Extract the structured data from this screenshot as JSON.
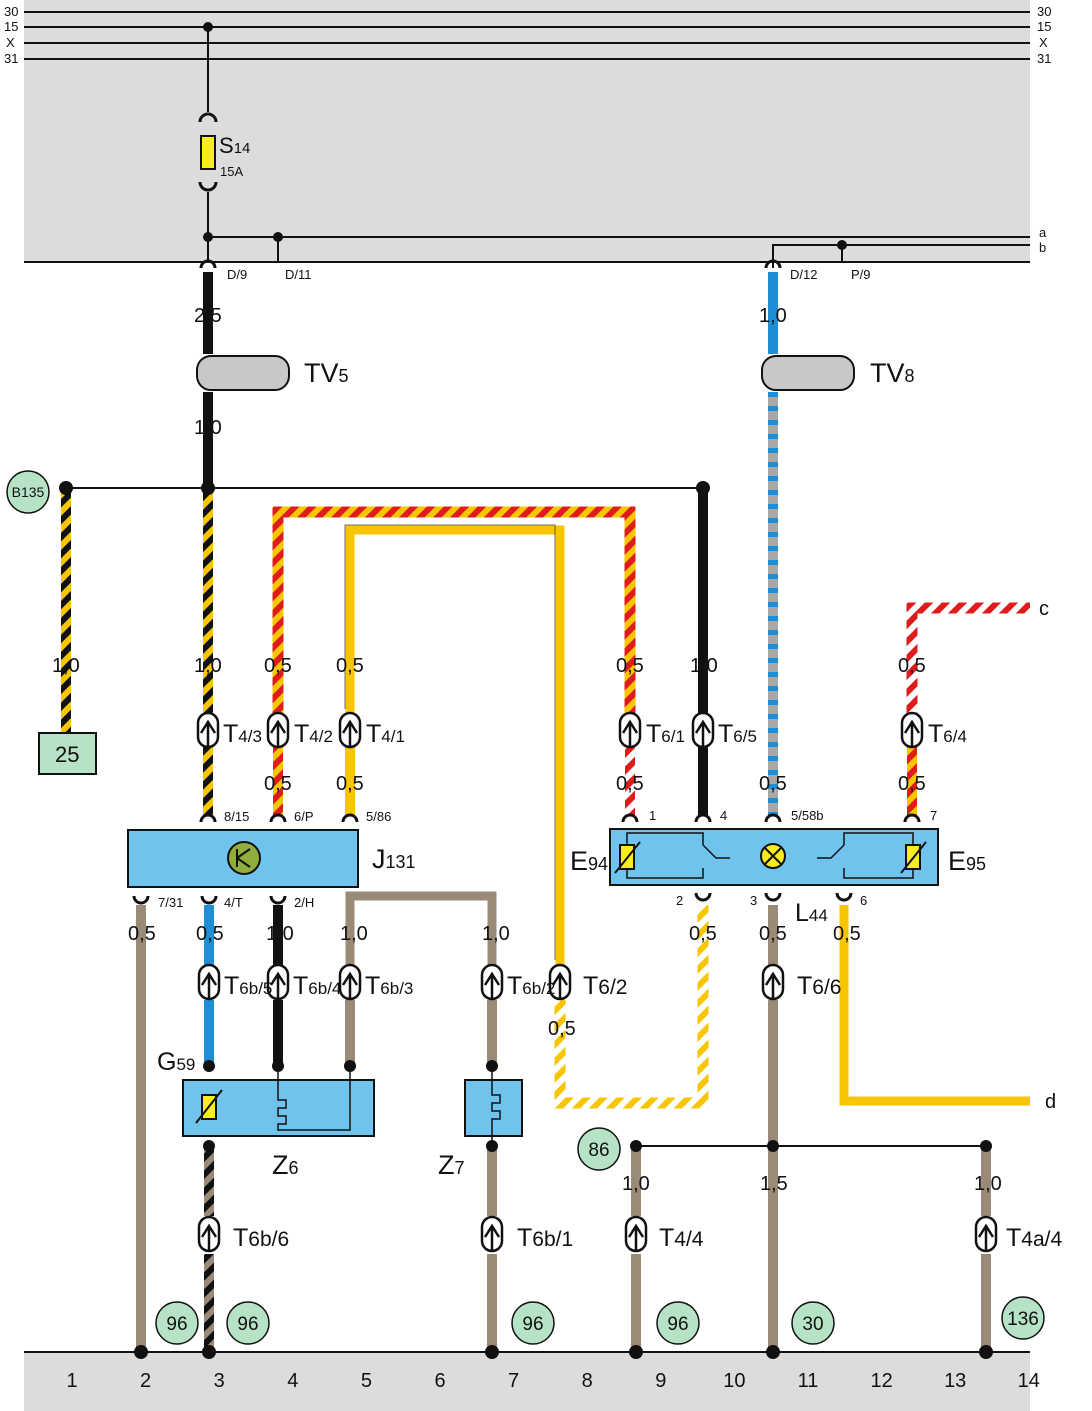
{
  "rails": {
    "left": [
      "30",
      "15",
      "X",
      "31"
    ],
    "right": [
      "30",
      "15",
      "X",
      "31"
    ],
    "a_label": "a",
    "b_label": "b"
  },
  "fuse": {
    "name": "S",
    "sub": "14",
    "rating": "15A"
  },
  "relay_panel_pins": {
    "d9": "D/9",
    "d11": "D/11",
    "d12": "D/12",
    "p9": "P/9"
  },
  "wire_sizes": {
    "w_2_5": "2,5",
    "w_1_0_tv5": "1,0",
    "w_1_0_tv8": "1,0",
    "b135_w": "1,0",
    "j_in1": "1,0",
    "j_in2": "0,5",
    "j_in3": "0,5",
    "j_in2b": "0,5",
    "j_in3b": "0,5",
    "t61_w": "0,5",
    "t65_w": "1,0",
    "t64_w": "0,5",
    "t61_wb": "0,5",
    "t6g_wb": "0,5",
    "t64_wb": "0,5",
    "j_out1": "0,5",
    "j_out2": "0,5",
    "j_out3": "1,0",
    "j_out4": "1,0",
    "j_out5": "1,0",
    "t62_w": "0,5",
    "e_out2": "0,5",
    "e_out3": "0,5",
    "e_out6": "0,5",
    "g86_1": "1,0",
    "g86_2": "1,5",
    "g86_3": "1,0"
  },
  "components": {
    "tv5": {
      "name": "TV",
      "sub": "5"
    },
    "tv8": {
      "name": "TV",
      "sub": "8"
    },
    "j131": {
      "name": "J",
      "sub": "131"
    },
    "e94": {
      "name": "E",
      "sub": "94"
    },
    "e95": {
      "name": "E",
      "sub": "95"
    },
    "l44": {
      "name": "L",
      "sub": "44"
    },
    "g59": {
      "name": "G",
      "sub": "59"
    },
    "z6": {
      "name": "Z",
      "sub": "6"
    },
    "z7": {
      "name": "Z",
      "sub": "7"
    },
    "box25": "25"
  },
  "connectors": {
    "t43": {
      "name": "T",
      "sub": "4/3"
    },
    "t42": {
      "name": "T",
      "sub": "4/2"
    },
    "t41": {
      "name": "T",
      "sub": "4/1"
    },
    "t61": {
      "name": "T",
      "sub": "6/1"
    },
    "t65": {
      "name": "T",
      "sub": "6/5"
    },
    "t64": {
      "name": "T",
      "sub": "6/4"
    },
    "t6b5": {
      "name": "T",
      "sub": "6b/5"
    },
    "t6b4": {
      "name": "T",
      "sub": "6b/4"
    },
    "t6b3": {
      "name": "T",
      "sub": "6b/3"
    },
    "t6b2": {
      "name": "T",
      "sub": "6b/2"
    },
    "t62": {
      "name": "T",
      "sub": "6/2"
    },
    "t66": {
      "name": "T",
      "sub": "6/6"
    },
    "t6b6": {
      "name": "T",
      "sub": "6b/6"
    },
    "t6b1": {
      "name": "T",
      "sub": "6b/1"
    },
    "t44": {
      "name": "T",
      "sub": "4/4"
    },
    "t4a4": {
      "name": "T",
      "sub": "4a/4"
    }
  },
  "pins": {
    "j_815": "8/15",
    "j_6p": "6/P",
    "j_586": "5/86",
    "j_731": "7/31",
    "j_4t": "4/T",
    "j_2h": "2/H",
    "e_1": "1",
    "e_4": "4",
    "e_558b": "5/58b",
    "e_7": "7",
    "e_2": "2",
    "e_3": "3",
    "e_6": "6"
  },
  "refs": {
    "b135": "B135",
    "r86": "86",
    "g2": "96",
    "g3": "96",
    "g7": "96",
    "g9": "96",
    "g11": "30",
    "g13": "136"
  },
  "edge_labels": {
    "c": "c",
    "d": "d"
  },
  "columns": [
    "1",
    "2",
    "3",
    "4",
    "5",
    "6",
    "7",
    "8",
    "9",
    "10",
    "11",
    "12",
    "13",
    "14"
  ],
  "colors": {
    "panel": "#dcdcdc",
    "module": "#6fc3ec",
    "ref_circle": "#b6e2c6",
    "yellow": "#f7c600",
    "red": "#e01b1b",
    "blue": "#1e8fd6",
    "brown": "#9a8a78",
    "grey": "#a8a8a8",
    "black": "#111111"
  }
}
